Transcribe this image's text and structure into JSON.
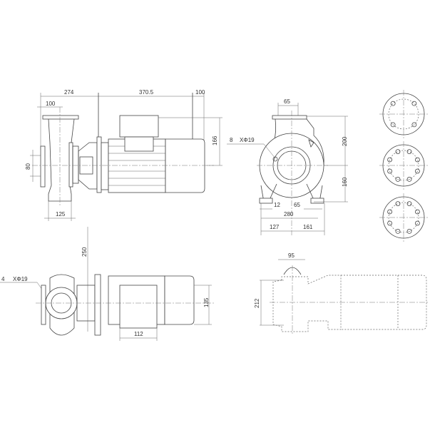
{
  "side_view": {
    "dim_274": "274",
    "dim_370_5": "370.5",
    "dim_100_right": "100",
    "dim_100_flange": "100",
    "dim_80": "80",
    "dim_166": "166",
    "dim_125": "125"
  },
  "front_view": {
    "dim_65_top": "65",
    "holes_note_count": "8",
    "holes_note_dia": "XΦ19",
    "dim_200": "200",
    "dim_160": "160",
    "dim_12": "12",
    "dim_65_foot": "65",
    "dim_280": "280",
    "dim_127": "127",
    "dim_161": "161"
  },
  "top_view": {
    "holes_note_count": "4",
    "holes_note_dia": "XΦ19",
    "dim_250": "250",
    "dim_135": "135",
    "dim_112": "112"
  },
  "outline_view": {
    "dim_95": "95",
    "dim_212": "212"
  },
  "flange_patterns": [
    {
      "bolt_holes": 4
    },
    {
      "bolt_holes": 8
    },
    {
      "bolt_holes": 8
    }
  ]
}
